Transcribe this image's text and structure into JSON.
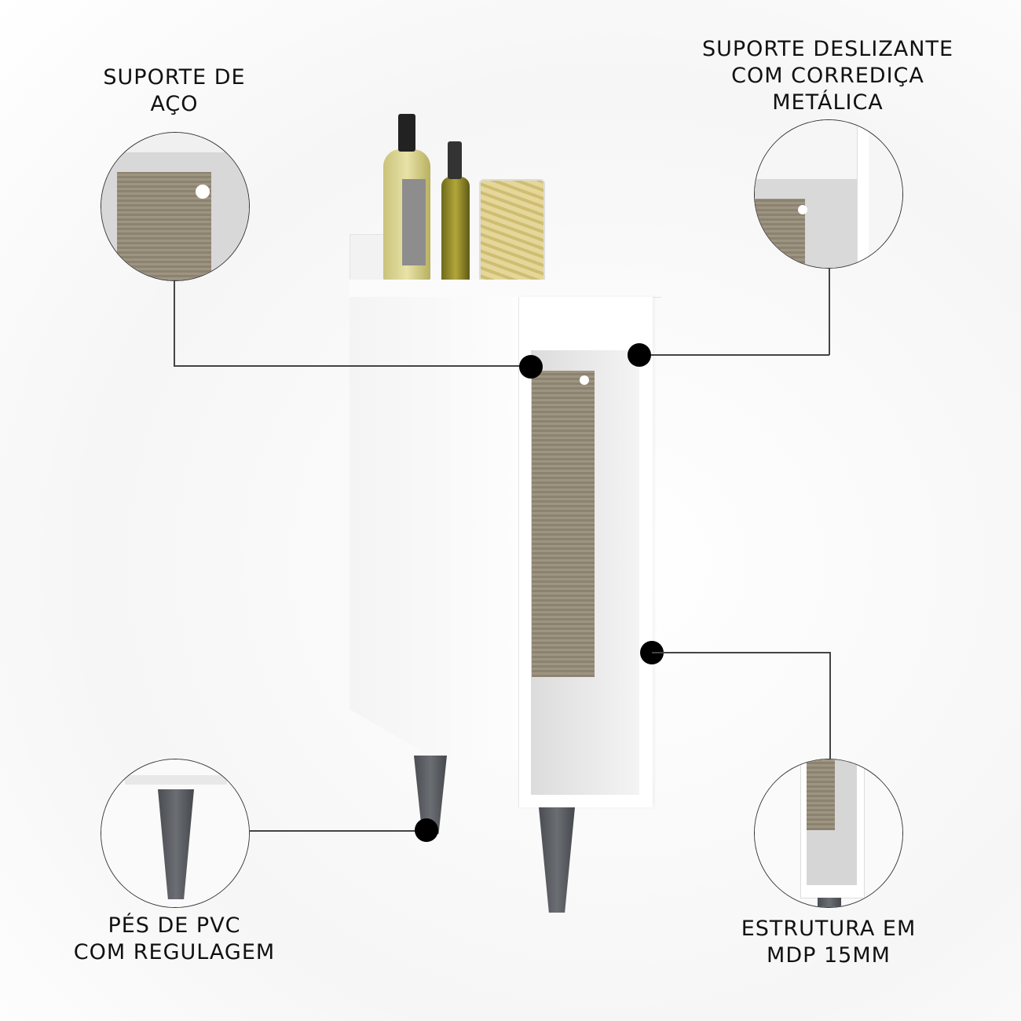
{
  "callouts": {
    "steel_support": {
      "line1": "SUPORTE DE",
      "line2": "AÇO"
    },
    "sliding_support": {
      "line1": "SUPORTE DESLIZANTE",
      "line2": "COM CORREDIÇA",
      "line3": "METÁLICA"
    },
    "pvc_feet": {
      "line1": "PÉS DE PVC",
      "line2": "COM REGULAGEM"
    },
    "structure": {
      "line1": "ESTRUTURA EM",
      "line2": "MDP 15MM"
    }
  },
  "colors": {
    "cabinet": "#ffffff",
    "legs": "#55585c",
    "towel": "#948a77",
    "callout": "#000000"
  }
}
